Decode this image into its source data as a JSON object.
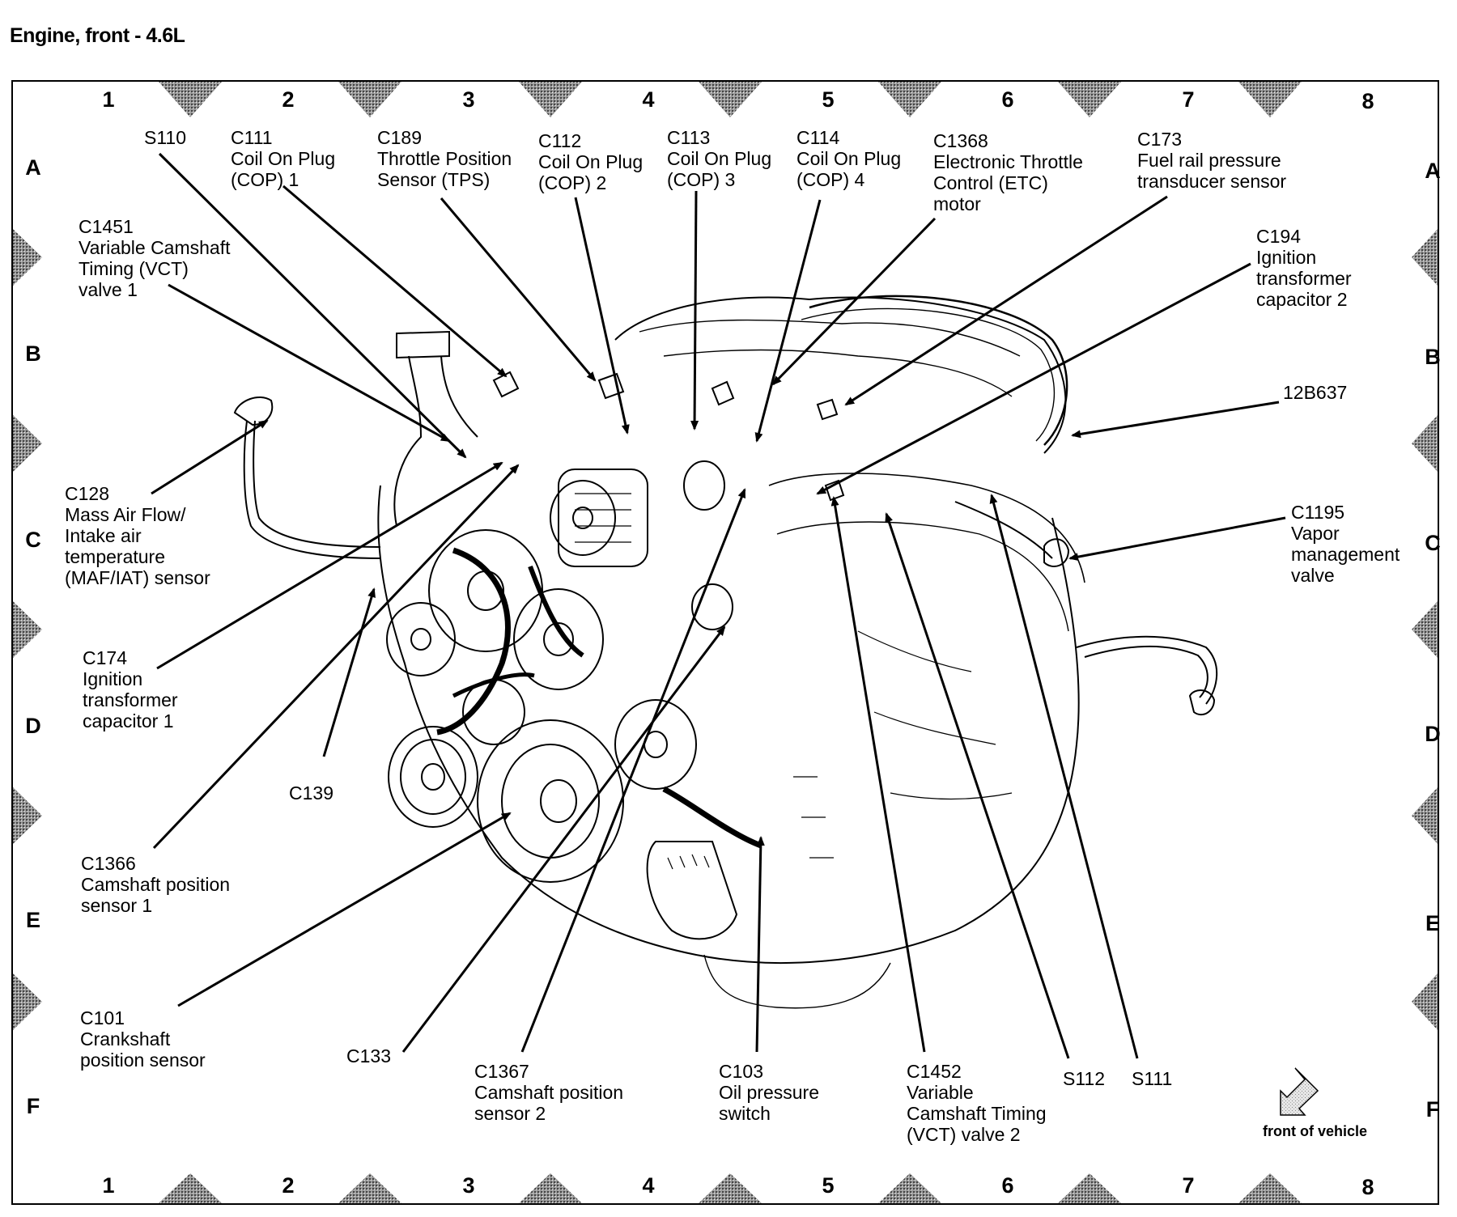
{
  "title": "Engine, front - 4.6L",
  "grid": {
    "columns": [
      "1",
      "2",
      "3",
      "4",
      "5",
      "6",
      "7",
      "8"
    ],
    "rows": [
      "A",
      "B",
      "C",
      "D",
      "E",
      "F"
    ]
  },
  "orientation": {
    "label": "front of vehicle",
    "icon": "arrow-down-left-icon"
  },
  "callouts": [
    {
      "id": "S110",
      "lines": [
        "S110"
      ]
    },
    {
      "id": "C111",
      "lines": [
        "C111",
        "Coil On Plug",
        "(COP) 1"
      ]
    },
    {
      "id": "C189",
      "lines": [
        "C189",
        "Throttle Position",
        "Sensor (TPS)"
      ]
    },
    {
      "id": "C112",
      "lines": [
        "C112",
        "Coil On Plug",
        "(COP) 2"
      ]
    },
    {
      "id": "C113",
      "lines": [
        "C113",
        "Coil On Plug",
        "(COP) 3"
      ]
    },
    {
      "id": "C114",
      "lines": [
        "C114",
        "Coil On Plug",
        "(COP) 4"
      ]
    },
    {
      "id": "C1368",
      "lines": [
        "C1368",
        "Electronic Throttle",
        "Control (ETC)",
        "motor"
      ]
    },
    {
      "id": "C173",
      "lines": [
        "C173",
        "Fuel rail pressure",
        "transducer sensor"
      ]
    },
    {
      "id": "C1451",
      "lines": [
        "C1451",
        "Variable Camshaft",
        "Timing (VCT)",
        "valve 1"
      ]
    },
    {
      "id": "C194",
      "lines": [
        "C194",
        "Ignition",
        "transformer",
        "capacitor 2"
      ]
    },
    {
      "id": "12B637",
      "lines": [
        "12B637"
      ]
    },
    {
      "id": "C128",
      "lines": [
        "C128",
        "Mass Air Flow/",
        "Intake air",
        "temperature",
        "(MAF/IAT) sensor"
      ]
    },
    {
      "id": "C1195",
      "lines": [
        "C1195",
        "Vapor",
        "management",
        "valve"
      ]
    },
    {
      "id": "C174",
      "lines": [
        "C174",
        "Ignition",
        "transformer",
        "capacitor 1"
      ]
    },
    {
      "id": "C139",
      "lines": [
        "C139"
      ]
    },
    {
      "id": "C1366",
      "lines": [
        "C1366",
        "Camshaft position",
        "sensor 1"
      ]
    },
    {
      "id": "C101",
      "lines": [
        "C101",
        "Crankshaft",
        "position sensor"
      ]
    },
    {
      "id": "C133",
      "lines": [
        "C133"
      ]
    },
    {
      "id": "C1367",
      "lines": [
        "C1367",
        "Camshaft position",
        "sensor 2"
      ]
    },
    {
      "id": "C103",
      "lines": [
        "C103",
        "Oil pressure",
        "switch"
      ]
    },
    {
      "id": "C1452",
      "lines": [
        "C1452",
        "Variable",
        "Camshaft Timing",
        "(VCT) valve 2"
      ]
    },
    {
      "id": "S112",
      "lines": [
        "S112"
      ]
    },
    {
      "id": "S111",
      "lines": [
        "S111"
      ]
    }
  ]
}
